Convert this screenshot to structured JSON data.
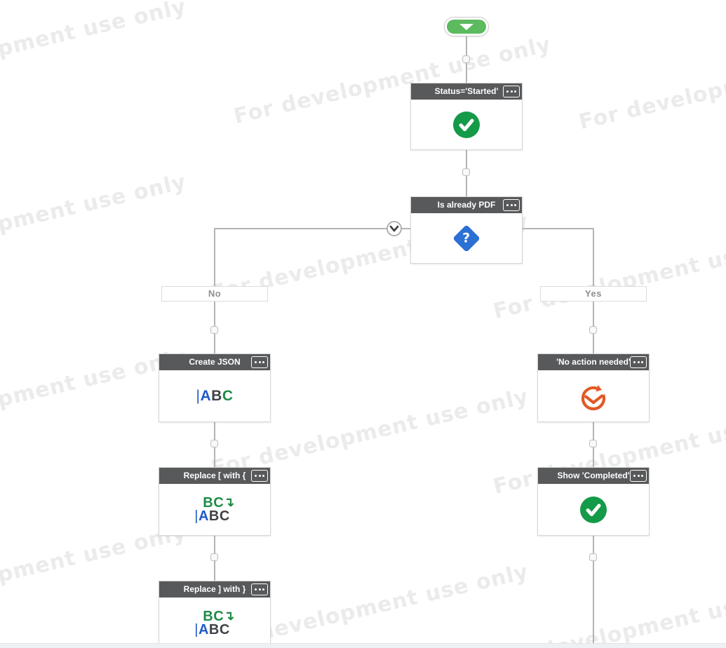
{
  "watermark": {
    "text": "For development use only"
  },
  "start_node": {
    "icon": "down-triangle-icon",
    "color": "#5cba5f"
  },
  "branch_labels": {
    "no": "No",
    "yes": "Yes"
  },
  "nodes": [
    {
      "title": "Status='Started'",
      "icon": "check-circle-icon",
      "icon_color": "#149a48",
      "menu_icon": "ellipsis-icon"
    },
    {
      "title": "Is already PDF",
      "icon": "question-diamond-icon",
      "icon_color": "#2b70d4",
      "menu_icon": "ellipsis-icon"
    },
    {
      "title": "Create JSON",
      "icon": "text-cursor-abc-icon",
      "menu_icon": "ellipsis-icon"
    },
    {
      "title": "Replace [ with {",
      "icon": "replace-text-icon",
      "menu_icon": "ellipsis-icon"
    },
    {
      "title": "Replace ] with }",
      "icon": "replace-text-icon",
      "menu_icon": "ellipsis-icon"
    },
    {
      "title": "'No action needed'",
      "icon": "retry-clock-icon",
      "icon_color": "#e05a26",
      "menu_icon": "ellipsis-icon"
    },
    {
      "title": "Show 'Completed'",
      "icon": "check-circle-icon",
      "icon_color": "#149a48",
      "menu_icon": "ellipsis-icon"
    }
  ],
  "glyphs": {
    "cursor": "|",
    "letter_a": "A",
    "letter_b": "B",
    "letter_c": "C",
    "letters_bc": "BC",
    "arrow_down": "↴",
    "question_mark": "?"
  },
  "colors": {
    "header_bg": "#58595b",
    "header_text": "#ffffff",
    "node_border": "#d6d6d6",
    "line": "#b4b4b4",
    "watermark": "#ebebeb",
    "green": "#149a48",
    "blue": "#2b70d4",
    "orange": "#e05a26",
    "label_text": "#8f8f8f",
    "icon_blue": "#2059c9",
    "icon_dark": "#3f4346",
    "icon_green": "#1e8c46"
  }
}
